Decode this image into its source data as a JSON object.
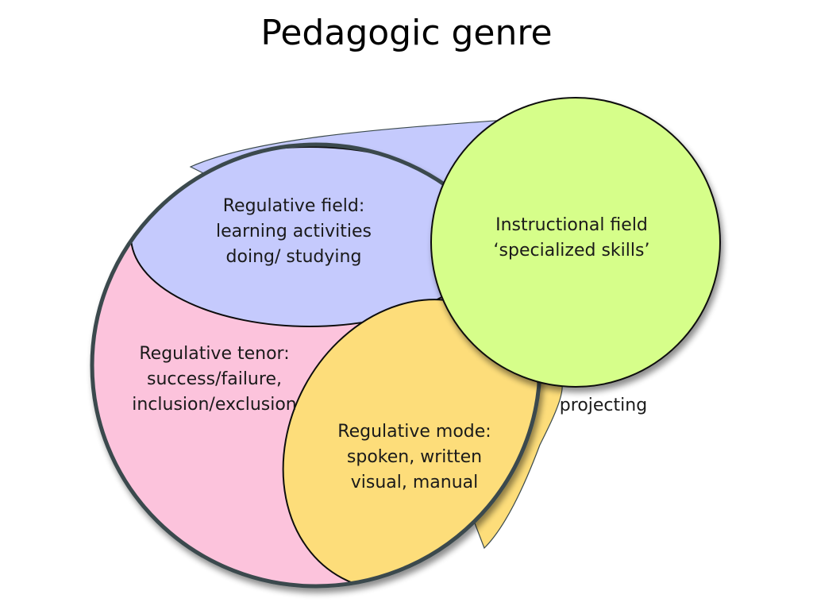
{
  "title": "Pedagogic genre",
  "colors": {
    "regulative_field": "#c5cafd",
    "regulative_tenor": "#fcc3dc",
    "regulative_mode": "#fddd7a",
    "instructional_field": "#d6fe8a",
    "outline": "#3b4a4d"
  },
  "regions": {
    "regulative_field": {
      "line1": "Regulative field:",
      "line2": "learning activities",
      "line3": "doing/ studying"
    },
    "regulative_tenor": {
      "line1": "Regulative tenor:",
      "line2": "success/failure,",
      "line3": "inclusion/exclusion"
    },
    "regulative_mode": {
      "line1": "Regulative mode:",
      "line2": "spoken, written",
      "line3": "visual, manual"
    },
    "instructional_field": {
      "line1": "Instructional field",
      "line2": "‘specialized skills’"
    }
  },
  "projecting_label": "projecting"
}
